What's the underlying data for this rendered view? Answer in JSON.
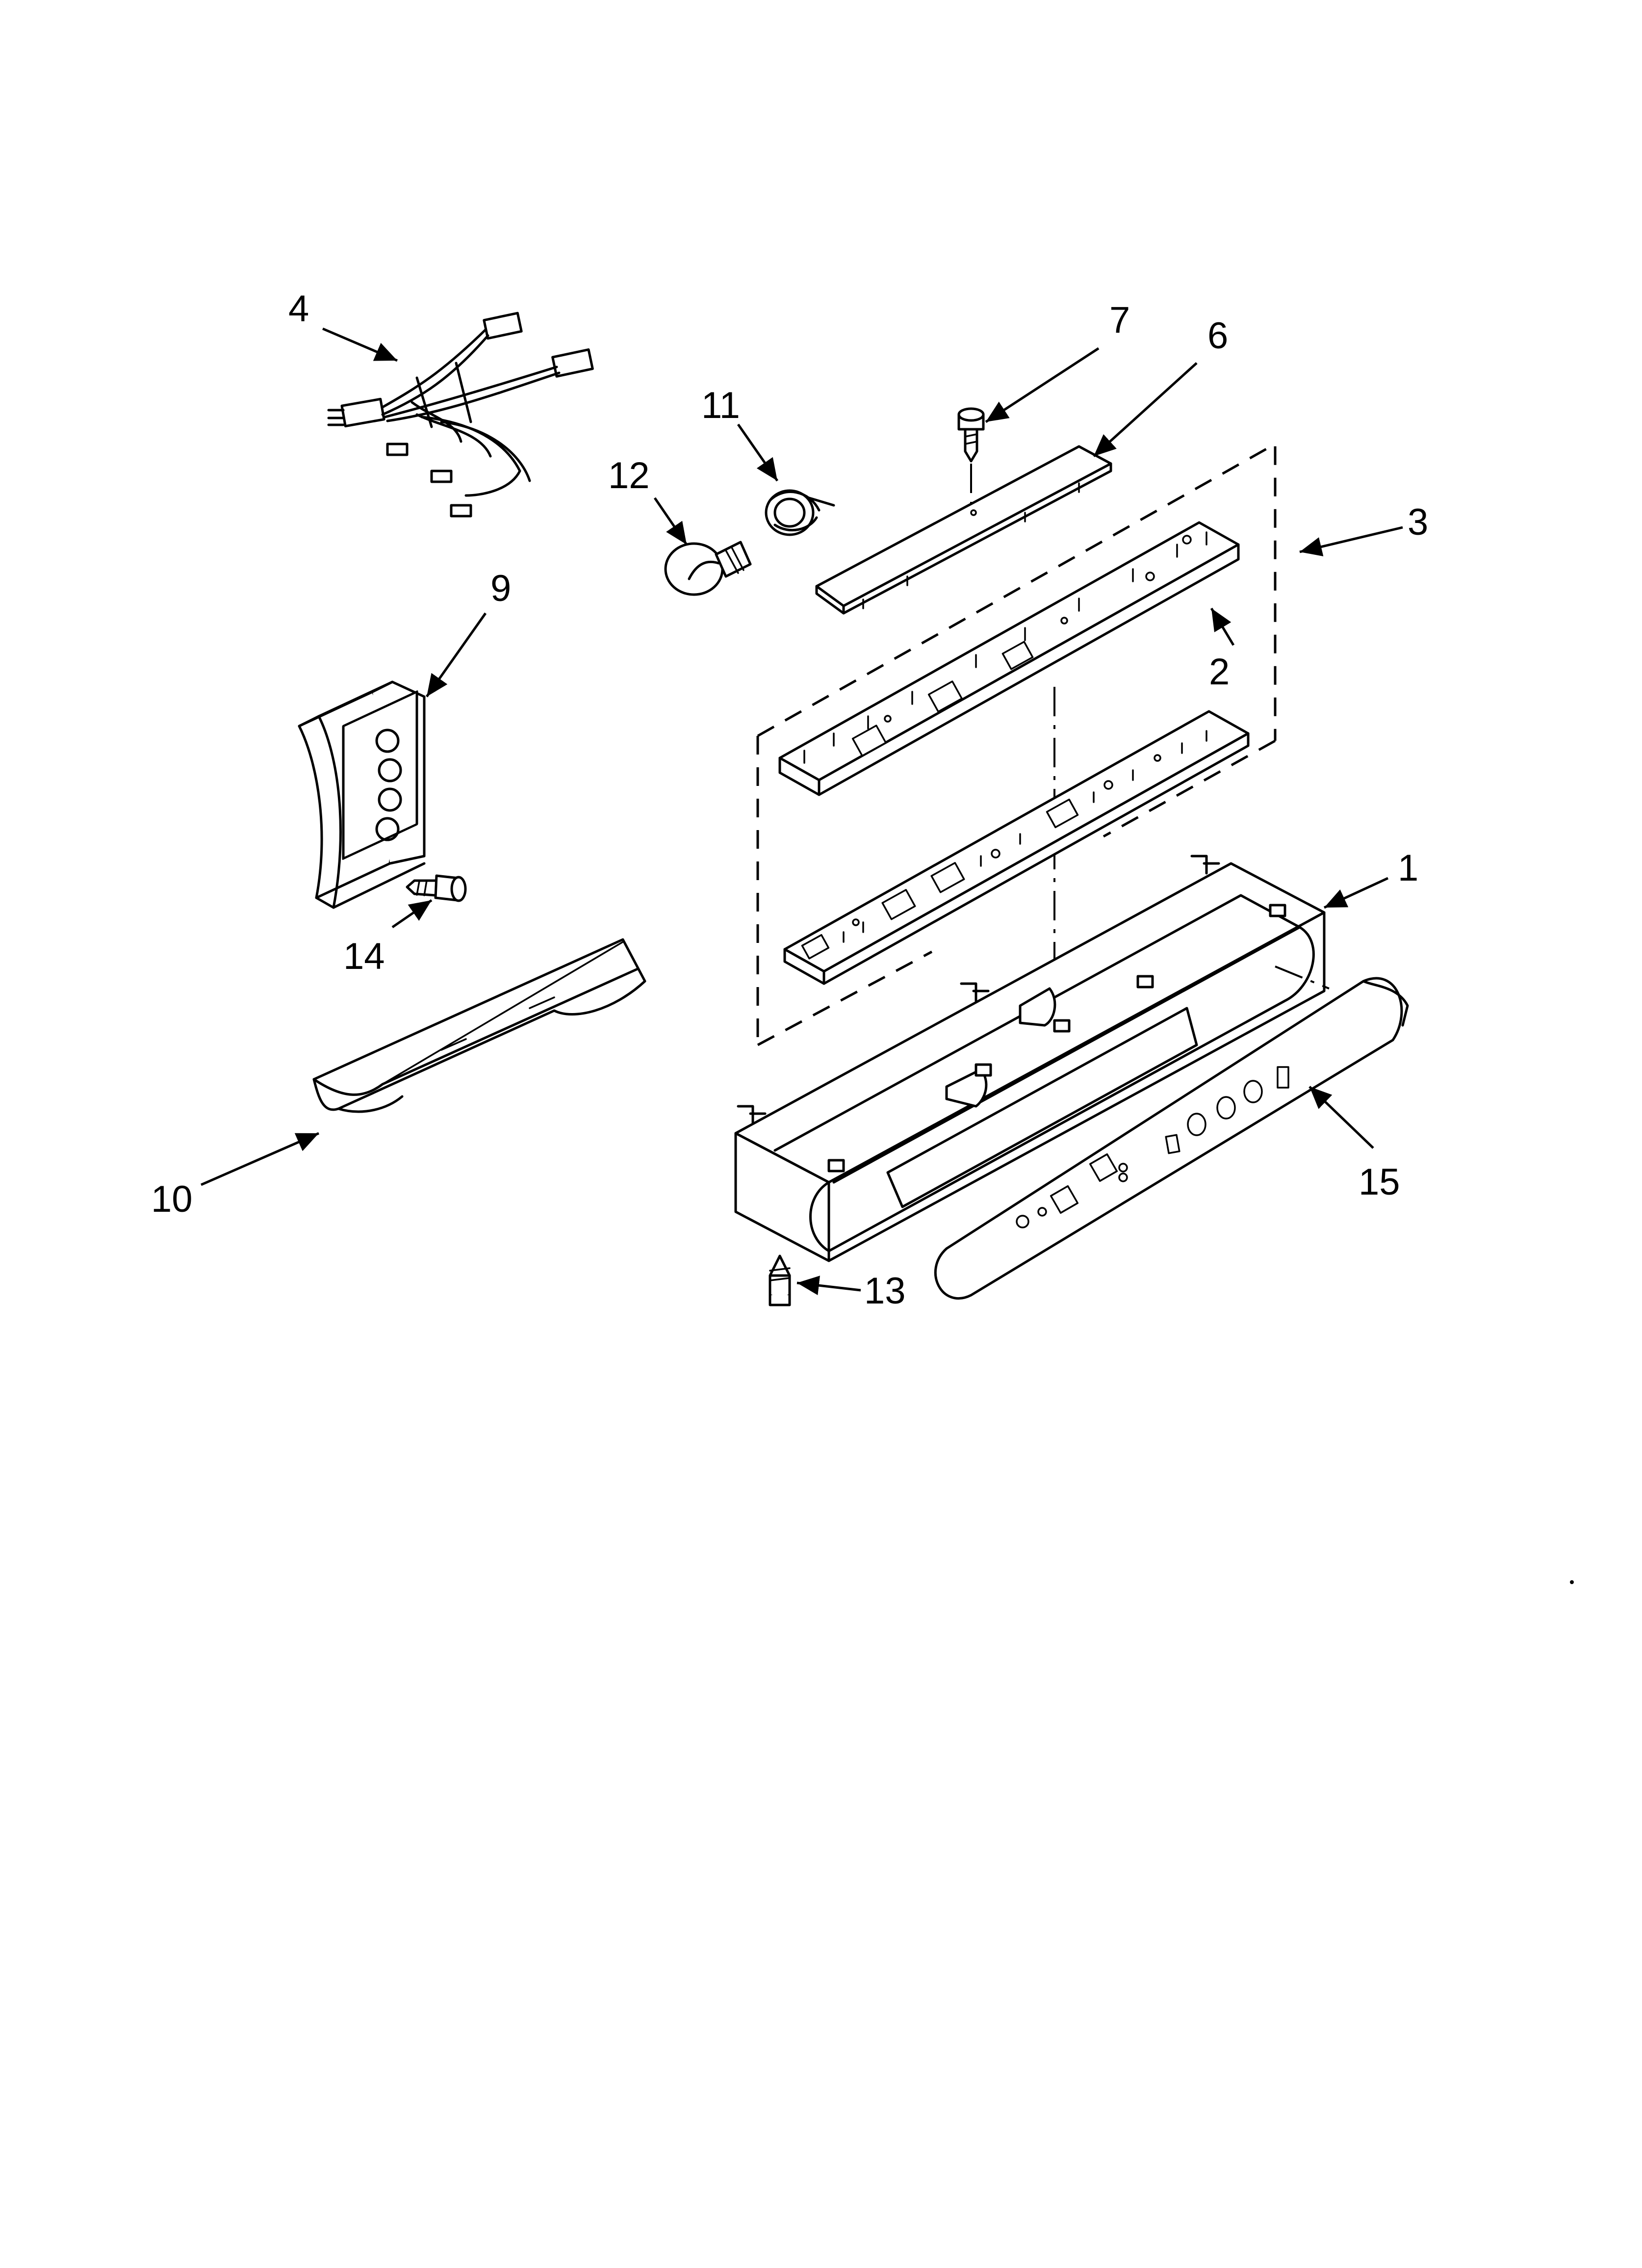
{
  "callouts": {
    "n1": "1",
    "n2": "2",
    "n3": "3",
    "n4": "4",
    "n6": "6",
    "n7": "7",
    "n9": "9",
    "n10": "10",
    "n11": "11",
    "n12": "12",
    "n13": "13",
    "n14": "14",
    "n15": "15"
  }
}
